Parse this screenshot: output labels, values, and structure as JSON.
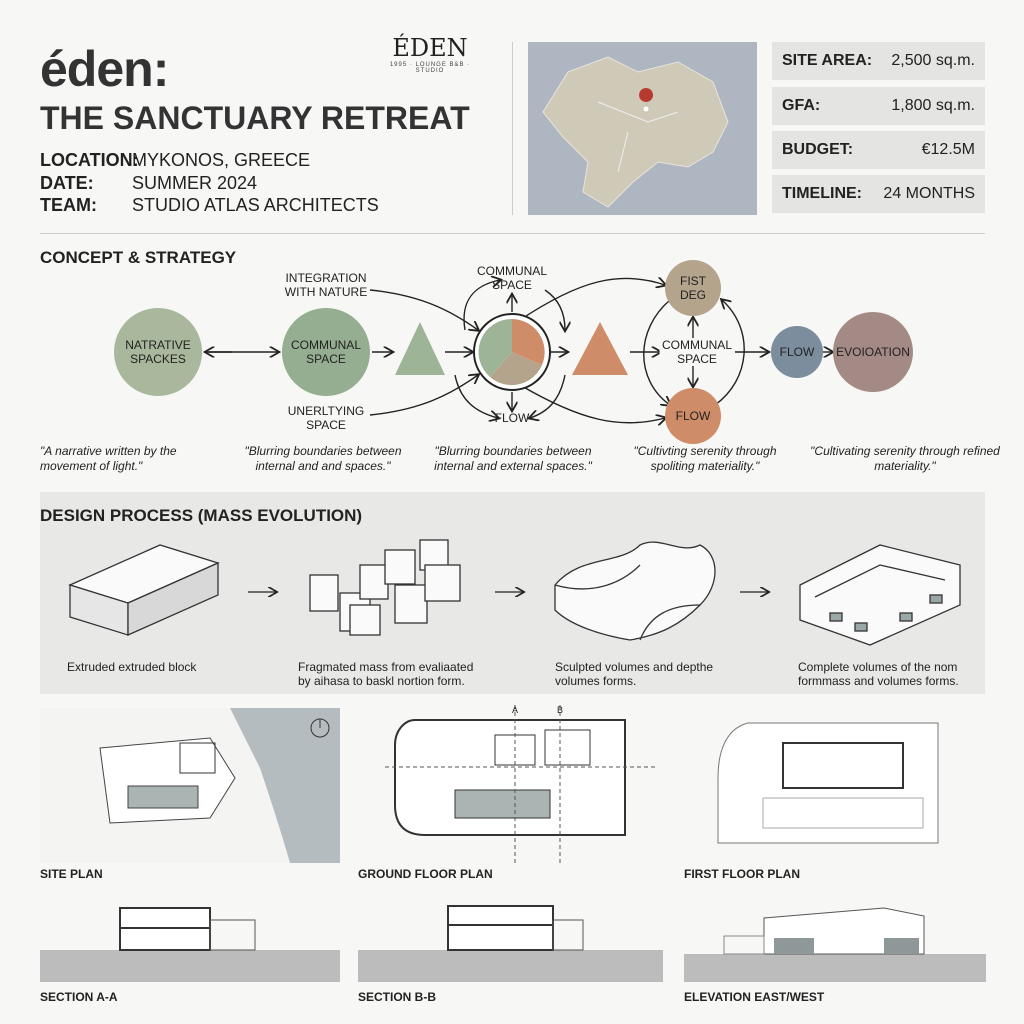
{
  "header": {
    "title": "éden:",
    "subtitle": "THE SANCTUARY RETREAT",
    "info": [
      {
        "label": "LOCATION:",
        "value": "MYKONOS, GREECE"
      },
      {
        "label": "DATE:",
        "value": "SUMMER 2024"
      },
      {
        "label": "TEAM:",
        "value": "STUDIO ATLAS ARCHITECTS"
      }
    ],
    "logo": {
      "wordmark": "ÉDEN",
      "tagline": "1995 · LOUNGE B&B · STUDIO"
    }
  },
  "stats": [
    {
      "label": "SITE AREA:",
      "value": "2,500 sq.m."
    },
    {
      "label": "GFA:",
      "value": "1,800 sq.m."
    },
    {
      "label": "BUDGET:",
      "value": "€12.5M"
    },
    {
      "label": "TIMELINE:",
      "value": "24 MONTHS"
    }
  ],
  "concept": {
    "heading": "CONCEPT & STRATEGY",
    "nodes": {
      "narrative": "NATRATIVE SPACKES",
      "communal1": "COMMUNAL SPACE",
      "integration": "INTEGRATION WITH NATURE",
      "underlying": "UNERLTYING SPACE",
      "communal_top": "COMMUNAL SPACE",
      "flow_bottom": "FLOW",
      "fist_deg": "FIST DEG",
      "communal2": "COMMUNAL SPACE",
      "flow_orange": "FLOW",
      "flow_blue": "FLOW",
      "evolution": "EVOIOATION"
    },
    "quotes": [
      "\"A narrative written by the movement of light.\"",
      "\"Blurring boundaries between internal and and spaces.\"",
      "\"Blurring boundaries between internal and external spaces.\"",
      "\"Cultivting serenity through spoliting materiality.\"",
      "\"Cultivating serenity through refined materiality.\""
    ]
  },
  "process": {
    "heading": "DESIGN PROCESS (MASS EVOLUTION)",
    "steps": [
      "Extruded extruded block",
      "Fragmated mass from evaliaated by aihasa to baskl nortion form.",
      "Sculpted volumes and depthe volumes forms.",
      "Complete volumes of the nom formmass and volumes forms."
    ]
  },
  "drawings": {
    "plans": [
      "SITE PLAN",
      "GROUND FLOOR PLAN",
      "FIRST FLOOR PLAN"
    ],
    "sections": [
      "SECTION A-A",
      "SECTION B-B",
      "ELEVATION EAST/WEST"
    ],
    "section_marks": [
      "A",
      "B"
    ]
  },
  "colors": {
    "sage": "#a9b89d",
    "green": "#95ad90",
    "terracotta": "#cf8c68",
    "taupe": "#b4a48c",
    "slate": "#7c8d9d",
    "mauve": "#a48a84"
  }
}
